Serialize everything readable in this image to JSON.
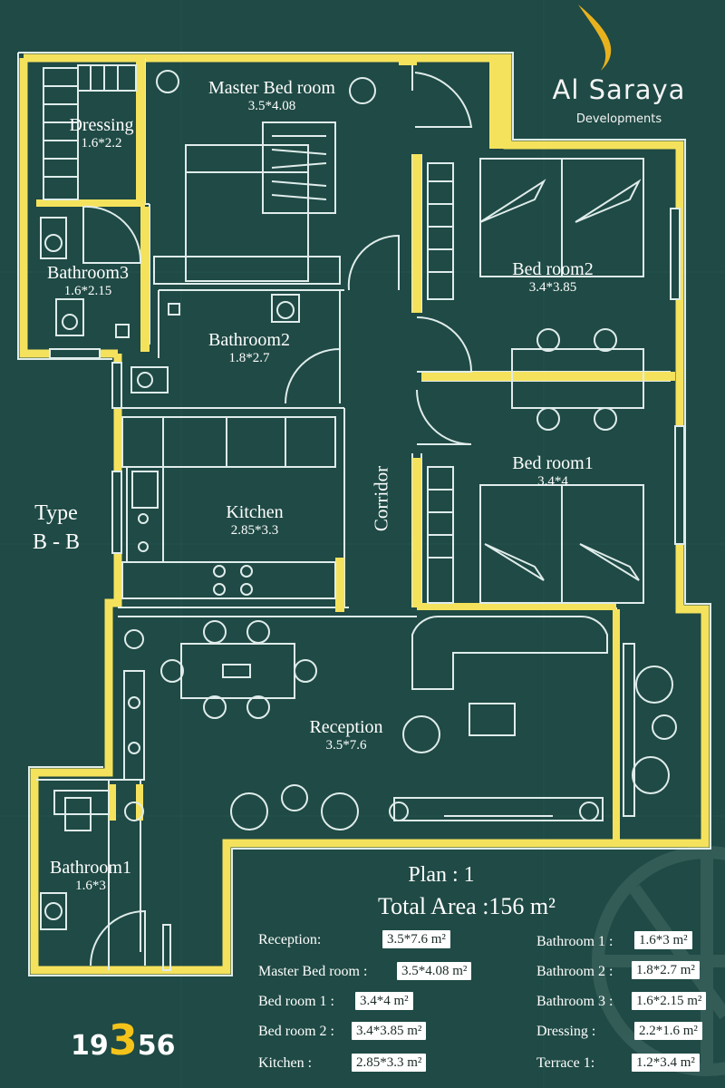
{
  "brand": {
    "name": "Al Saraya",
    "subtitle": "Developments",
    "accent_color": "#e8b21e"
  },
  "type_label": {
    "line1": "Type",
    "line2": "B - B"
  },
  "corridor_label": "Corridor",
  "rooms": {
    "master": {
      "name": "Master Bed room",
      "dims": "3.5*4.08"
    },
    "dressing": {
      "name": "Dressing",
      "dims": "1.6*2.2"
    },
    "bathroom3": {
      "name": "Bathroom3",
      "dims": "1.6*2.15"
    },
    "bathroom2": {
      "name": "Bathroom2",
      "dims": "1.8*2.7"
    },
    "bedroom2": {
      "name": "Bed room2",
      "dims": "3.4*3.85"
    },
    "bedroom1": {
      "name": "Bed room1",
      "dims": "3.4*4"
    },
    "kitchen": {
      "name": "Kitchen",
      "dims": "2.85*3.3"
    },
    "reception": {
      "name": "Reception",
      "dims": "3.5*7.6"
    },
    "bathroom1": {
      "name": "Bathroom1",
      "dims": "1.6*3"
    }
  },
  "plan_title": "Plan : 1",
  "total_area": "Total Area :156 m²",
  "areas_left": [
    {
      "label": "Reception:",
      "value": "3.5*7.6 m²"
    },
    {
      "label": "Master Bed room :",
      "value": "3.5*4.08 m²"
    },
    {
      "label": "Bed room 1 :",
      "value": "3.4*4 m²"
    },
    {
      "label": "Bed room 2 :",
      "value": "3.4*3.85 m²"
    },
    {
      "label": "Kitchen :",
      "value": "2.85*3.3 m²"
    }
  ],
  "areas_right": [
    {
      "label": "Bathroom 1 :",
      "value": "1.6*3 m²"
    },
    {
      "label": "Bathroom 2 :",
      "value": "1.8*2.7 m²"
    },
    {
      "label": "Bathroom 3 :",
      "value": "1.6*2.15 m²"
    },
    {
      "label": "Dressing :",
      "value": "2.2*1.6 m²"
    },
    {
      "label": "Terrace 1:",
      "value": "1.2*3.4 m²"
    }
  ],
  "hotline": {
    "prefix": "19",
    "highlight": "3",
    "suffix": "56"
  },
  "colors": {
    "background": "#1f4a45",
    "wall": "#f5e25c",
    "line": "#dfeceb"
  }
}
